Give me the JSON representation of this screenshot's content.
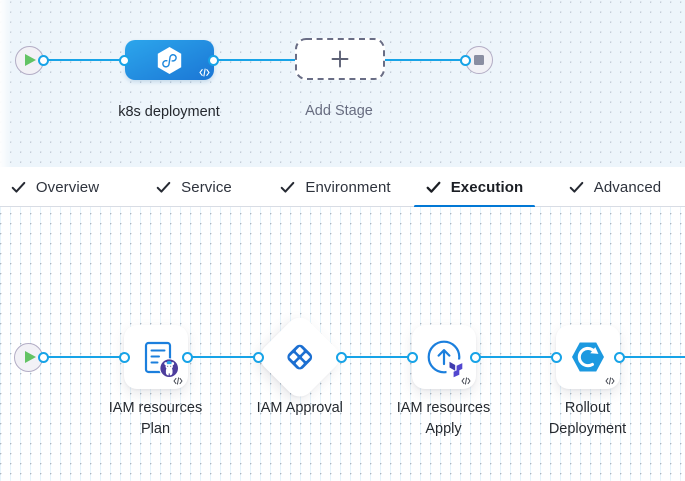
{
  "app": "pipeline-studio",
  "colors": {
    "connector_blue": "#17a3e7",
    "active_tab_underline": "#0278d5",
    "stage_gradient_start": "#2ca6ec",
    "stage_gradient_end": "#1b76d5",
    "canvas_top_bg": "#edf5fb",
    "canvas_bottom_bg": "#ffffff",
    "play_green": "#63c364",
    "stop_gray": "#8a8da1",
    "approval_blue": "#1c6fd1",
    "rollout_blue": "#1c99e0",
    "terraform_purple": "#5247cf",
    "plan_badge_purple": "#4d3d9c"
  },
  "stage_pipeline": {
    "start_node": "start",
    "stage": {
      "label": "k8s deployment",
      "icon": "cd-stage-hexagon-infinity",
      "code_badge": "</>"
    },
    "add_stage": {
      "label": "Add Stage",
      "plus": "+"
    },
    "end_node": "stop"
  },
  "tab_bar": {
    "tabs": [
      {
        "label": "Overview",
        "checked": true,
        "active": false
      },
      {
        "label": "Service",
        "checked": true,
        "active": false
      },
      {
        "label": "Environment",
        "checked": true,
        "active": false
      },
      {
        "label": "Execution",
        "checked": true,
        "active": true
      },
      {
        "label": "Advanced",
        "checked": true,
        "active": false
      }
    ]
  },
  "execution_pipeline": {
    "start_node": "start",
    "steps": [
      {
        "label": "IAM resources\nPlan",
        "type": "terraform-plan",
        "code_badge": "</>"
      },
      {
        "label": "IAM Approval",
        "type": "harness-approval"
      },
      {
        "label": "IAM resources\nApply",
        "type": "terraform-apply",
        "code_badge": "</>"
      },
      {
        "label": "Rollout\nDeployment",
        "type": "k8s-rolling",
        "code_badge": "</>"
      }
    ]
  }
}
